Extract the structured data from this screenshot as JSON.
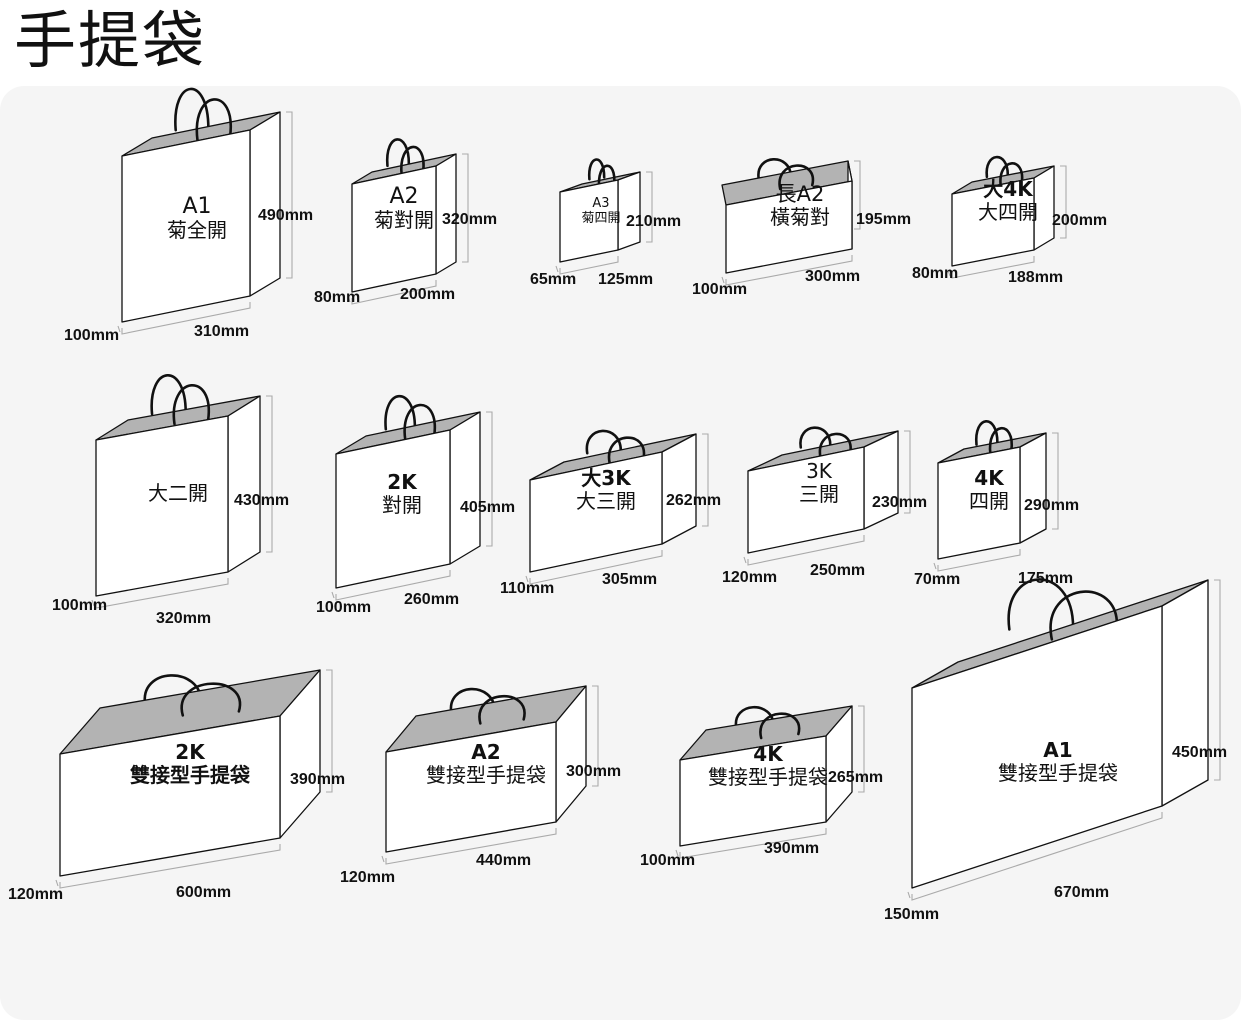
{
  "page_title": "手提袋",
  "bags": [
    {
      "line1": "A1",
      "line2": "菊全開",
      "height": "490mm",
      "width": "310mm",
      "depth": "100mm"
    },
    {
      "line1": "A2",
      "line2": "菊對開",
      "height": "320mm",
      "width": "200mm",
      "depth": "80mm"
    },
    {
      "line1": "A3",
      "line2": "菊四開",
      "height": "210mm",
      "width": "125mm",
      "depth": "65mm"
    },
    {
      "line1": "長A2",
      "line2": "橫菊對",
      "height": "195mm",
      "width": "300mm",
      "depth": "100mm"
    },
    {
      "line1": "大4K",
      "line2": "大四開",
      "height": "200mm",
      "width": "188mm",
      "depth": "80mm"
    },
    {
      "line1": "",
      "line2": "大二開",
      "height": "430mm",
      "width": "320mm",
      "depth": "100mm"
    },
    {
      "line1": "2K",
      "line2": "對開",
      "height": "405mm",
      "width": "260mm",
      "depth": "100mm"
    },
    {
      "line1": "大3K",
      "line2": "大三開",
      "height": "262mm",
      "width": "305mm",
      "depth": "110mm"
    },
    {
      "line1": "3K",
      "line2": "三開",
      "height": "230mm",
      "width": "250mm",
      "depth": "120mm"
    },
    {
      "line1": "4K",
      "line2": "四開",
      "height": "290mm",
      "width": "175mm",
      "depth": "70mm"
    },
    {
      "line1": "2K",
      "line2": "雙接型手提袋",
      "height": "390mm",
      "width": "600mm",
      "depth": "120mm"
    },
    {
      "line1": "A2",
      "line2": "雙接型手提袋",
      "height": "300mm",
      "width": "440mm",
      "depth": "120mm"
    },
    {
      "line1": "4K",
      "line2": "雙接型手提袋",
      "height": "265mm",
      "width": "390mm",
      "depth": "100mm"
    },
    {
      "line1": "A1",
      "line2": "雙接型手提袋",
      "height": "450mm",
      "width": "670mm",
      "depth": "150mm"
    }
  ]
}
